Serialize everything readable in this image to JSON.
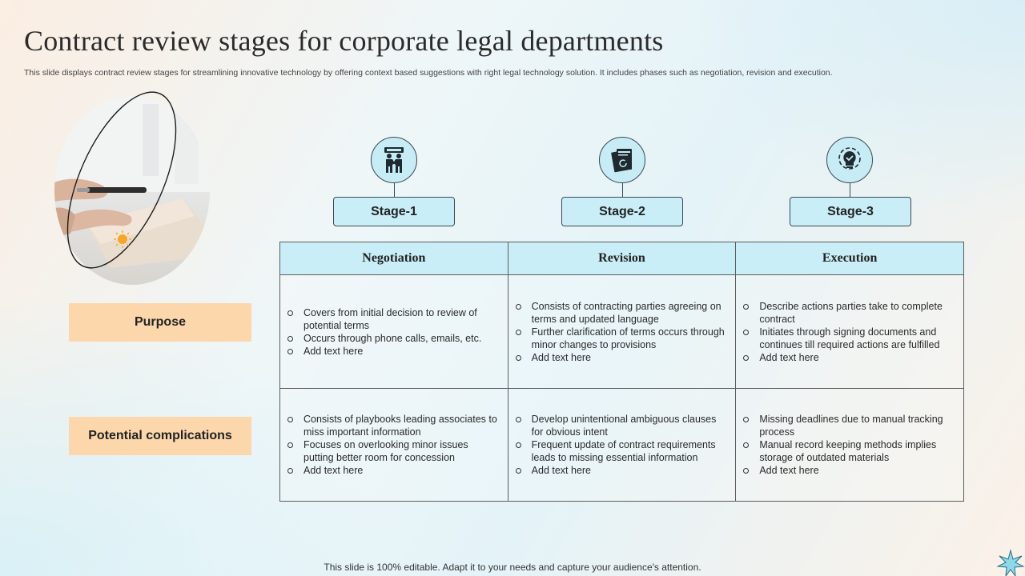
{
  "slide": {
    "title": "Contract review stages for corporate legal departments",
    "subtitle": "This slide displays contract review stages for streamlining innovative technology by offering context based suggestions with right legal technology solution. It includes phases such as negotiation, revision and execution.",
    "footer": "This slide is 100% editable. Adapt it to your needs and capture your audience's attention."
  },
  "stages": [
    {
      "label": "Stage-1",
      "icon": "handshake-people-icon"
    },
    {
      "label": "Stage-2",
      "icon": "document-revision-icon"
    },
    {
      "label": "Stage-3",
      "icon": "idea-bulb-check-icon"
    }
  ],
  "row_labels": [
    "Purpose",
    "Potential complications"
  ],
  "table": {
    "headers": [
      "Negotiation",
      "Revision",
      "Execution"
    ],
    "rows": [
      [
        [
          "Covers from initial decision to review of potential terms",
          "Occurs through phone calls, emails, etc.",
          "Add text here"
        ],
        [
          "Consists of contracting parties agreeing on terms and updated language",
          "Further clarification of terms occurs through minor changes to provisions",
          " Add text here"
        ],
        [
          "Describe actions parties take to complete contract",
          "Initiates through signing documents and continues till required actions are fulfilled",
          "Add text here"
        ]
      ],
      [
        [
          "Consists of playbooks leading associates to miss important information",
          "Focuses on overlooking minor issues putting better room for concession",
          "Add text here"
        ],
        [
          "Develop unintentional ambiguous clauses for obvious intent",
          "Frequent update of contract requirements leads to missing essential information",
          "Add text here"
        ],
        [
          "Missing deadlines due to manual tracking process",
          "Manual record keeping methods implies storage of outdated materials",
          "Add text here"
        ]
      ]
    ]
  },
  "colors": {
    "stage_fill": "#c9eef7",
    "label_fill": "#fcd7ac",
    "accent_sun": "#f5a623"
  }
}
